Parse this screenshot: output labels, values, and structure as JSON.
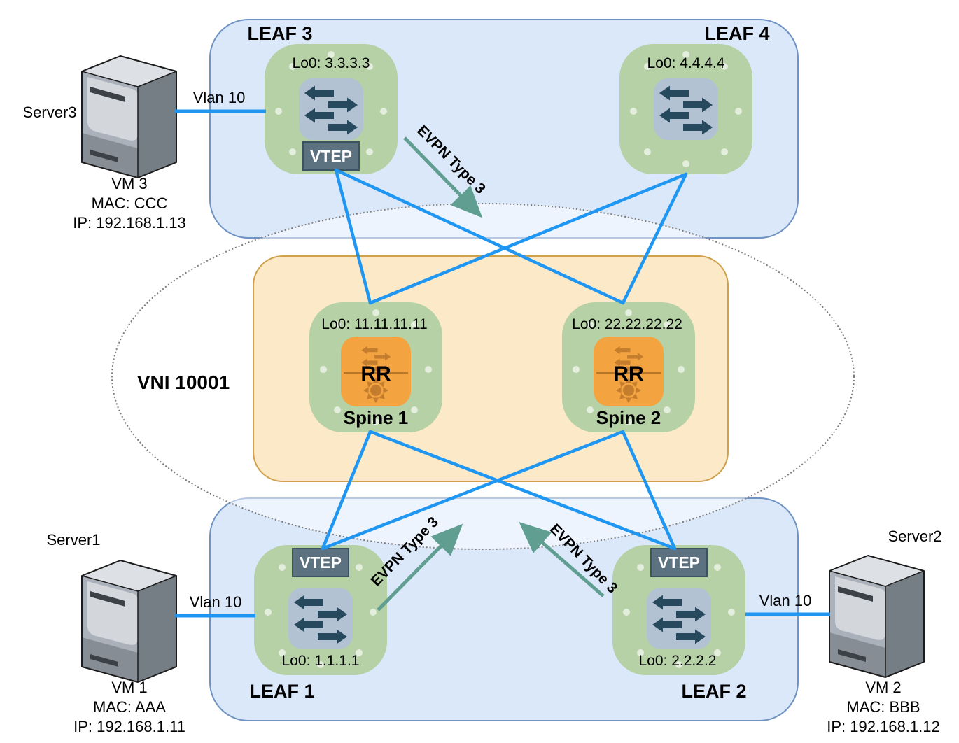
{
  "overlay": {
    "vni_label": "VNI 10001"
  },
  "nodes": {
    "leaf1": {
      "label": "LEAF 1",
      "lo0": "Lo0: 1.1.1.1",
      "vtep": "VTEP"
    },
    "leaf2": {
      "label": "LEAF 2",
      "lo0": "Lo0: 2.2.2.2",
      "vtep": "VTEP"
    },
    "leaf3": {
      "label": "LEAF 3",
      "lo0": "Lo0: 3.3.3.3",
      "vtep": "VTEP"
    },
    "leaf4": {
      "label": "LEAF 4",
      "lo0": "Lo0: 4.4.4.4"
    },
    "spine1": {
      "label": "Spine 1",
      "lo0": "Lo0: 11.11.11.11",
      "rr": "RR"
    },
    "spine2": {
      "label": "Spine 2",
      "lo0": "Lo0: 22.22.22.22",
      "rr": "RR"
    }
  },
  "servers": {
    "server1": {
      "label": "Server1",
      "vlan": "Vlan 10",
      "vm": "VM 1",
      "mac": "MAC: AAA",
      "ip": "IP: 192.168.1.11"
    },
    "server2": {
      "label": "Server2",
      "vlan": "Vlan 10",
      "vm": "VM 2",
      "mac": "MAC: BBB",
      "ip": "IP: 192.168.1.12"
    },
    "server3": {
      "label": "Server3",
      "vlan": "Vlan 10",
      "vm": "VM 3",
      "mac": "MAC: CCC",
      "ip": "IP: 192.168.1.13"
    }
  },
  "annotations": {
    "evpn_top": "EVPN Type 3",
    "evpn_bottom_left": "EVPN Type 3",
    "evpn_bottom_right": "EVPN Type 3"
  },
  "colors": {
    "pod_fill": "#dbe8fa",
    "pod_stroke": "#6e93c4",
    "spine_pod_fill": "#fbe9c8",
    "spine_pod_stroke": "#cfa14c",
    "node_green": "#b5d1a5",
    "switch_icon_fill": "#b3c2d3",
    "switch_arrow": "#27495d",
    "rr_orange": "#f3a441",
    "rr_glyph": "#c0792a",
    "vtep_fill": "#5d7280",
    "link_blue": "#1f97f2",
    "evpn_teal": "#5f9e90"
  }
}
